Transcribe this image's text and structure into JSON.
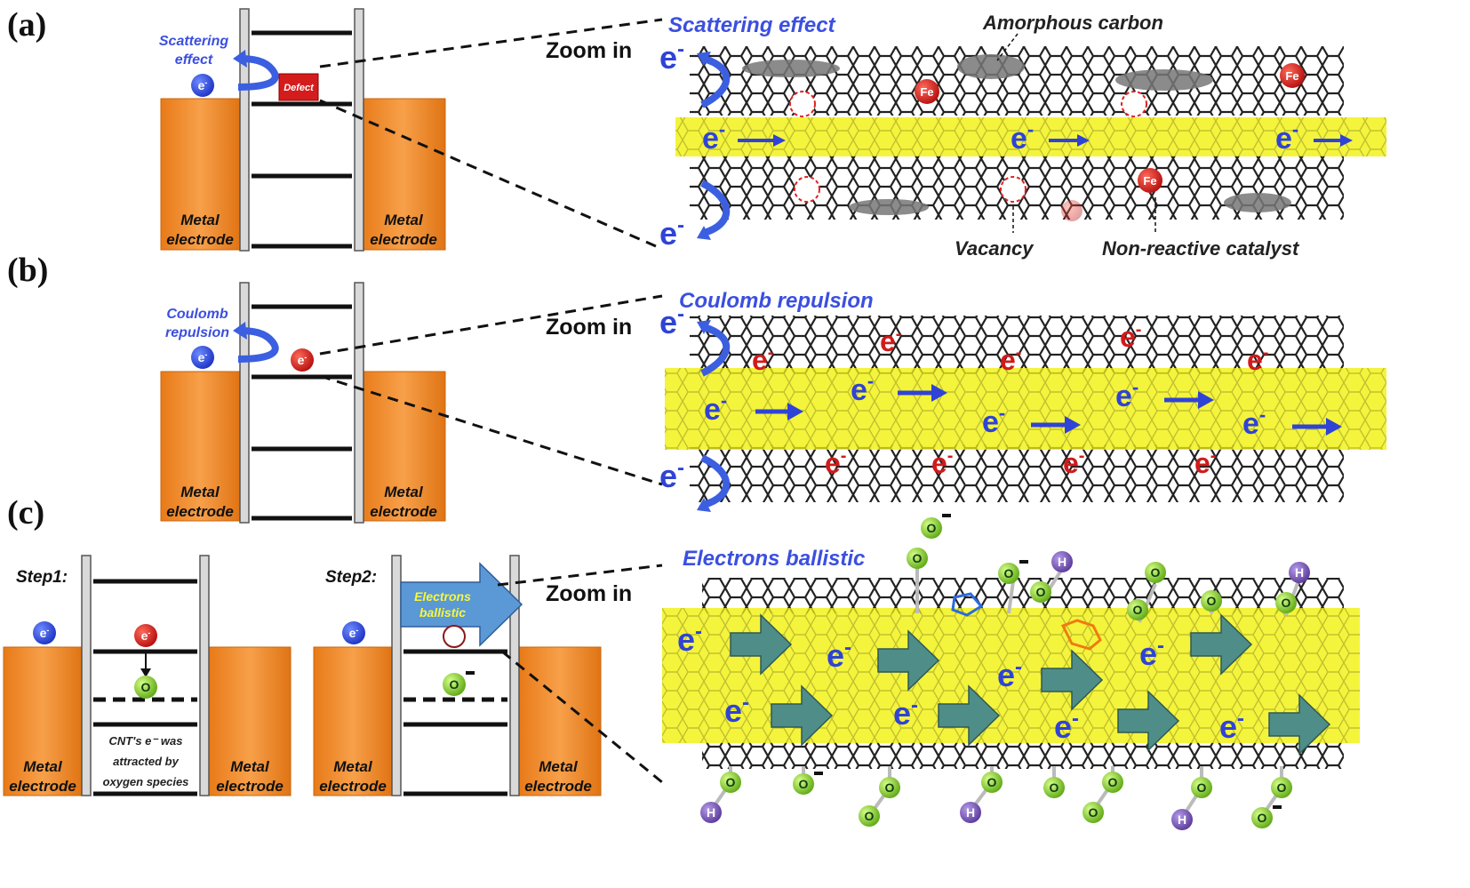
{
  "panels": {
    "a": {
      "letter": "(a)",
      "inset_effect": [
        "Scattering",
        "effect"
      ],
      "defect_label": "Defect",
      "zoom_label": "Zoom in",
      "title": "Scattering effect",
      "amorphous_label": "Amorphous carbon",
      "vacancy_label": "Vacancy",
      "catalyst_label": "Non-reactive catalyst",
      "fe_label": "Fe"
    },
    "b": {
      "letter": "(b)",
      "inset_effect": [
        "Coulomb",
        "repulsion"
      ],
      "zoom_label": "Zoom in",
      "title": "Coulomb repulsion"
    },
    "c": {
      "letter": "(c)",
      "step1": "Step1:",
      "step2": "Step2:",
      "step1_note": [
        "CNT's e⁻ was",
        "attracted by",
        "oxygen species"
      ],
      "ballistic_arrow": [
        "Electrons",
        "ballistic"
      ],
      "zoom_label": "Zoom in",
      "title": "Electrons ballistic",
      "oxygen": "O",
      "hydrogen": "H"
    }
  },
  "electrode_label": [
    "Metal",
    "electrode"
  ],
  "electron_symbol": "e",
  "electron_sup": "-",
  "colors": {
    "electrode": "#f08a24",
    "blue_text": "#3b4fe0",
    "electron_blue": "#2f43d6",
    "electron_red": "#d11a1a",
    "highlight": "#f2f21a",
    "arrow_teal": "#4f8e88",
    "oxygen": "#7ed321",
    "hydrogen": "#7b52b8"
  }
}
